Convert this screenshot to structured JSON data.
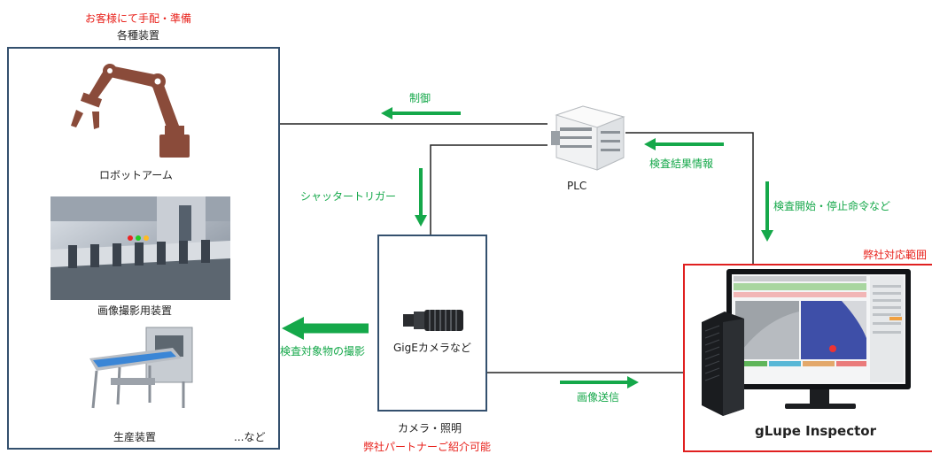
{
  "equipment": {
    "note": "お客様にて手配・準備",
    "title": "各種装置",
    "robot_label": "ロボットアーム",
    "imaging_label": "画像撮影用装置",
    "production_label": "生産装置",
    "etc_label": "...など"
  },
  "plc": {
    "label": "PLC"
  },
  "camera": {
    "inner_label": "GigEカメラなど",
    "caption": "カメラ・照明",
    "partner_note": "弊社パートナーご紹介可能"
  },
  "inspector": {
    "scope_label": "弊社対応範囲",
    "product_name": "gLupe Inspector"
  },
  "arrows": {
    "control": "制御",
    "result_info": "検査結果情報",
    "shutter_trigger": "シャッタートリガー",
    "start_stop": "検査開始・停止命令など",
    "target_capture": "検査対象物の撮影",
    "image_send": "画像送信"
  },
  "colors": {
    "arrow_green": "#15a84a",
    "box_border": "#34506e",
    "scope_red": "#e02020",
    "label_red": "#e8211b"
  }
}
